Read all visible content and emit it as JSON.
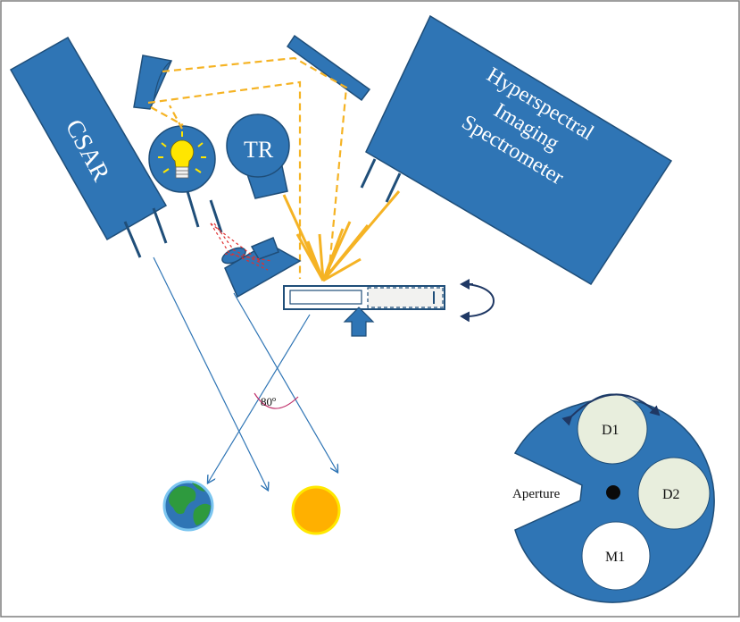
{
  "labels": {
    "csar": "CSAR",
    "tr": "TR",
    "spectrometer_line1": "Hyperspectral",
    "spectrometer_line2": "Imaging",
    "spectrometer_line3": "Spectrometer",
    "angle": "80º",
    "aperture": "Aperture",
    "d1": "D1",
    "d2": "D2",
    "m1": "M1"
  },
  "colors": {
    "instrument_blue": "#2f75b5",
    "instrument_border": "#1f4e79",
    "beam_orange": "#f5b324",
    "laser_red": "#e03030",
    "earth_green": "#2e9a3e",
    "earth_blue": "#2f75b5",
    "earth_rim": "#7cc6f0",
    "sun_fill": "#ffb000",
    "sun_rim": "#ffe800",
    "diffuser_fill": "#e8eedd",
    "arrow_navy": "#1f3864",
    "angle_arc": "#c0306a",
    "bulb_yellow": "#ffe600"
  },
  "icons": {
    "lamp": "light-bulb-icon",
    "earth": "earth-icon",
    "sun": "sun-icon",
    "rotation": "rotate-arrows-icon"
  }
}
